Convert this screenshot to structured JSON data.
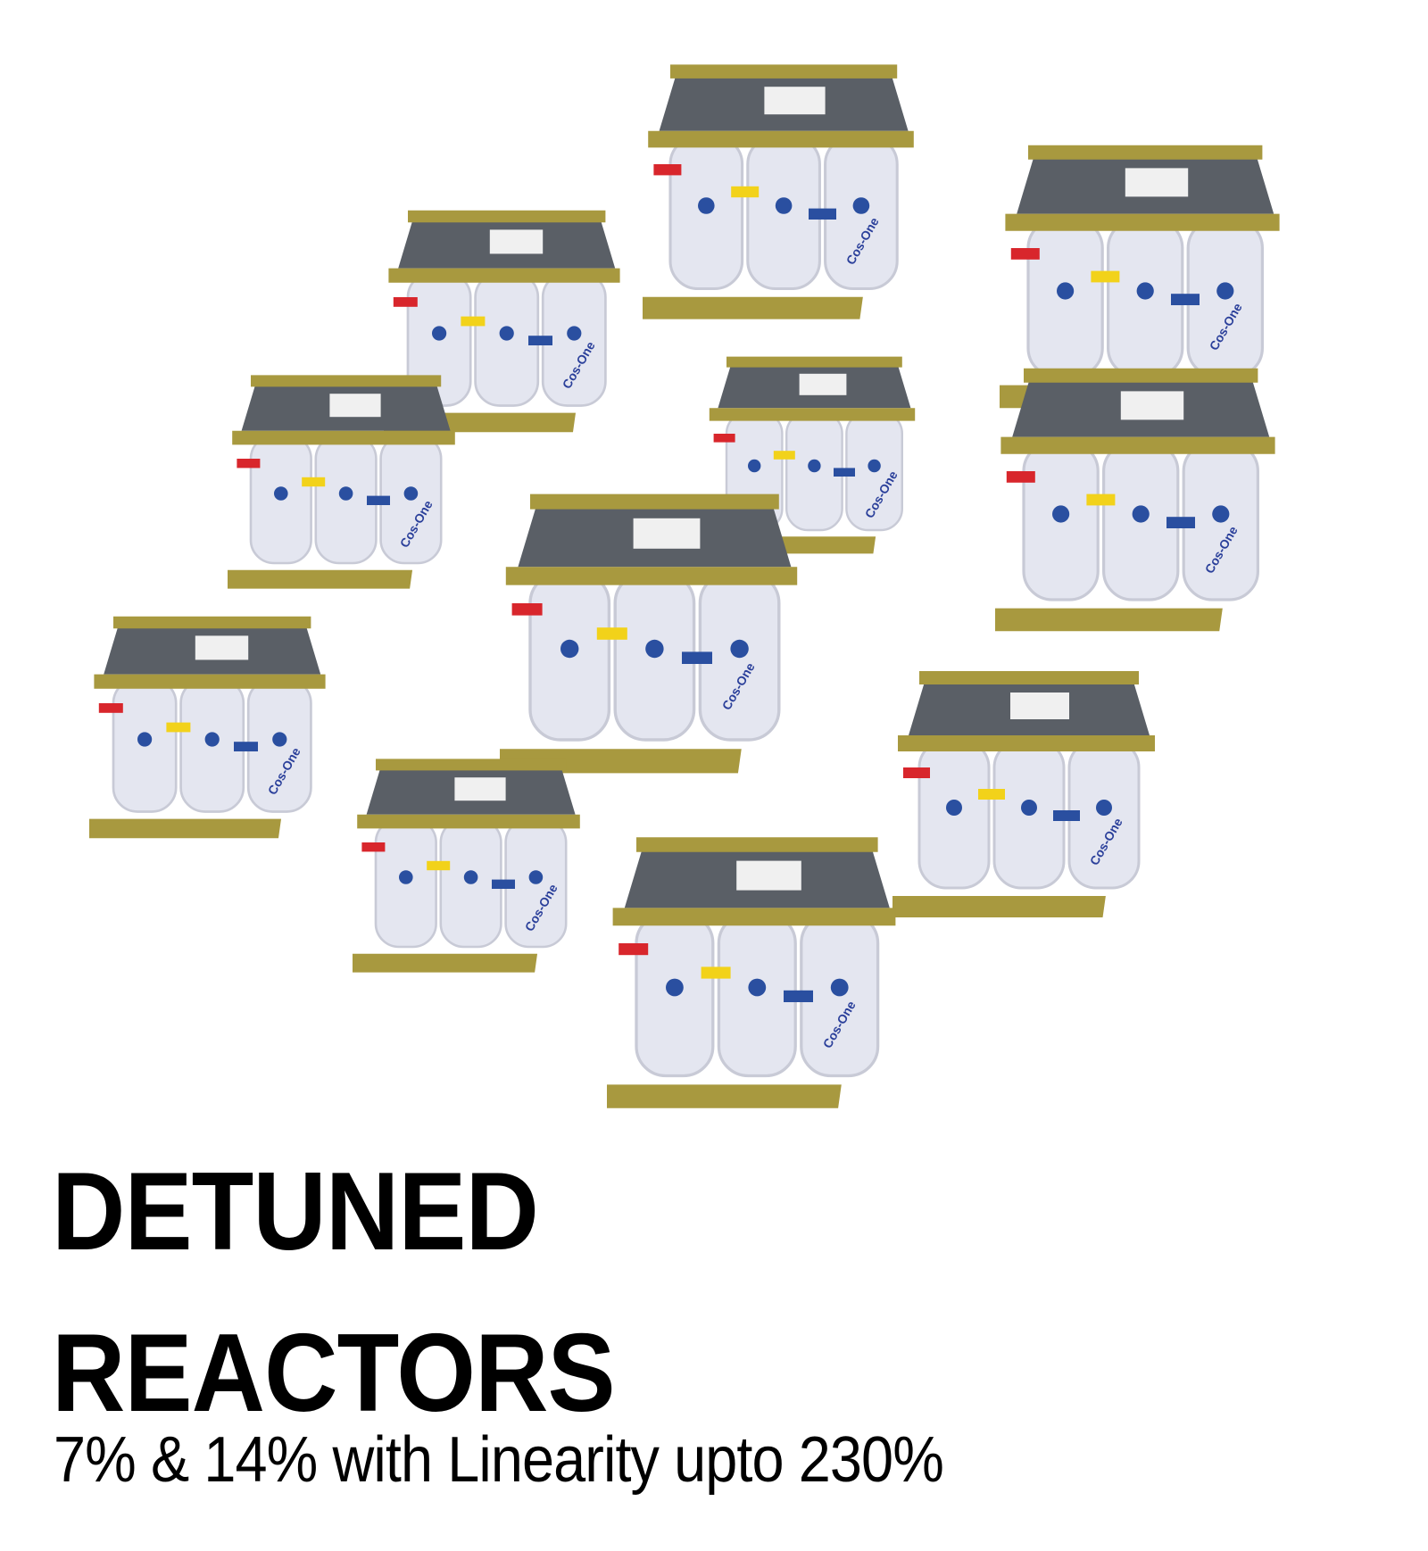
{
  "headline": {
    "line1": "DETUNED",
    "line2": "REACTORS"
  },
  "subtitle": "7% & 14% with Linearity upto 230%",
  "product_photo": {
    "brand_on_coils": "Cos-One",
    "unit_count": 11
  },
  "colors": {
    "background": "#ffffff",
    "text": "#000000",
    "core": "#5a5f66",
    "clamp": "#a8993f",
    "coil": "#e4e6f0",
    "terminal_red": "#d8262c",
    "terminal_yellow": "#f2d21a",
    "terminal_blue": "#2a4fa0"
  }
}
